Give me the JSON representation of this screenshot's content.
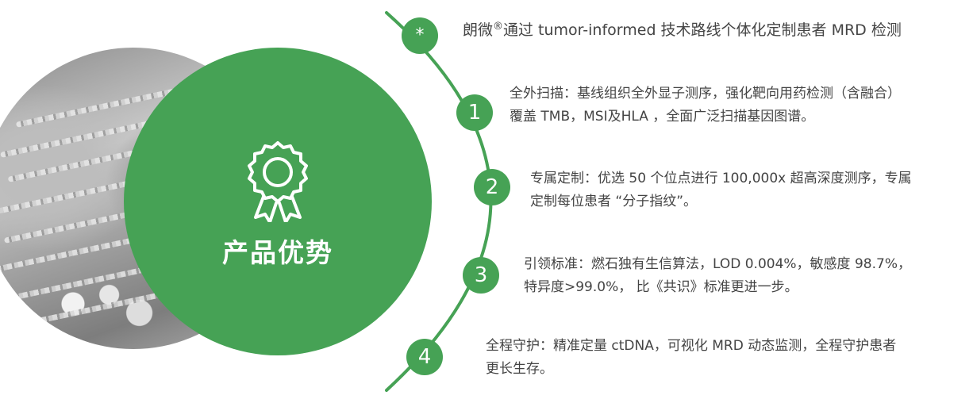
{
  "main": {
    "title": "产品优势",
    "icon": "award-ribbon-icon",
    "accent_color": "#46a255"
  },
  "header": {
    "badge": "*",
    "brand": "朗微",
    "registered_mark": "®",
    "text": "通过 tumor-informed 技术路线个体化定制患者 MRD 检测"
  },
  "items": [
    {
      "number": "1",
      "line1": "全外扫描：基线组织全外显子测序，强化靶向用药检测（含融合）",
      "line2": "覆盖 TMB，MSI及HLA ，全面广泛扫描基因图谱。"
    },
    {
      "number": "2",
      "line1": "专属定制：优选 50 个位点进行 100,000x 超高深度测序，专属",
      "line2": "定制每位患者 “分子指纹”。"
    },
    {
      "number": "3",
      "line1": "引领标准：燃石独有生信算法，LOD 0.004%，敏感度 98.7%，",
      "line2": "特异度>99.0%， 比《共识》标准更进一步。"
    },
    {
      "number": "4",
      "line1": "全程守护：精准定量 ctDNA，可视化 MRD 动态监测，全程守护患者",
      "line2": "更长生存。"
    }
  ]
}
